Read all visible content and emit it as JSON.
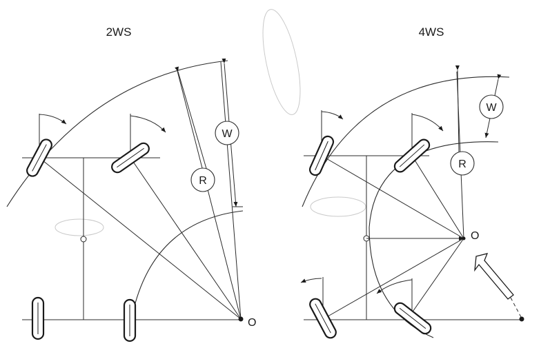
{
  "diagrams": [
    {
      "title": "2WS",
      "labels": {
        "width": "W",
        "radius": "R",
        "center": "O"
      }
    },
    {
      "title": "4WS",
      "labels": {
        "width": "W",
        "radius": "R",
        "center": "O"
      }
    }
  ]
}
